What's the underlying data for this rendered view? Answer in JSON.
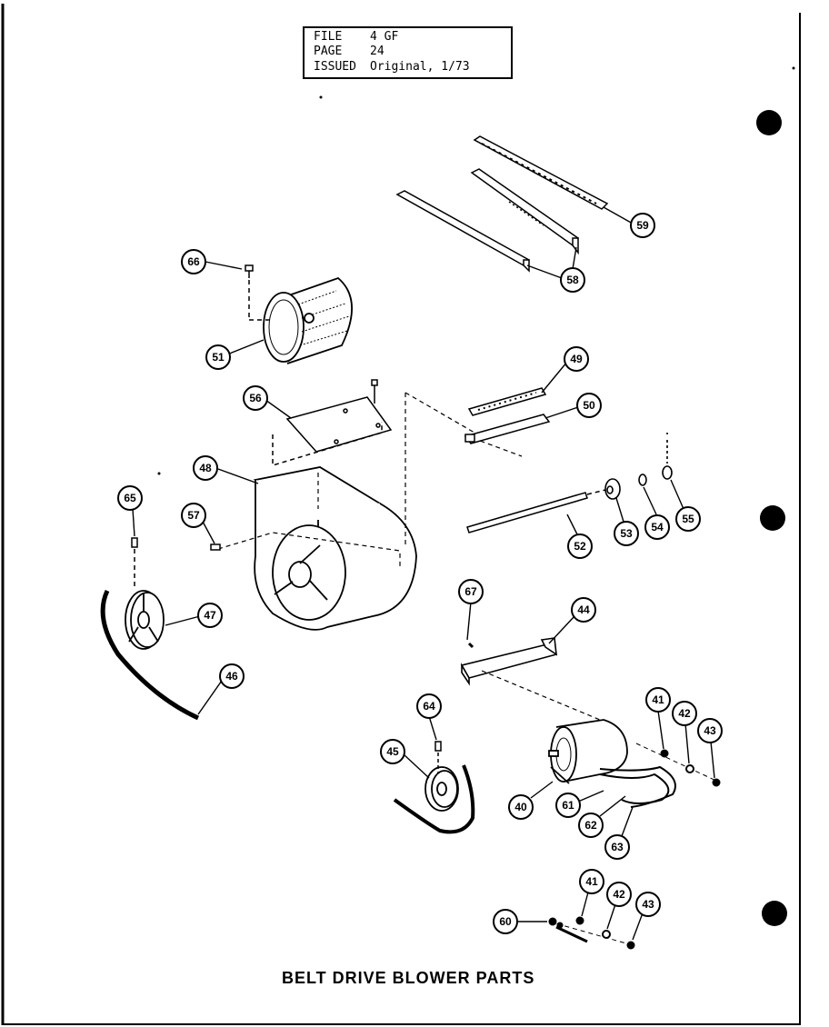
{
  "header": {
    "file_label": "FILE",
    "file_value": "4 GF",
    "page_label": "PAGE",
    "page_value": "24",
    "issued_label": "ISSUED",
    "issued_value": "Original, 1/73"
  },
  "caption": "BELT DRIVE BLOWER PARTS",
  "callouts": {
    "c59": "59",
    "c58": "58",
    "c66": "66",
    "c51": "51",
    "c49": "49",
    "c50": "50",
    "c56": "56",
    "c48": "48",
    "c65": "65",
    "c57": "57",
    "c53": "53",
    "c54": "54",
    "c55": "55",
    "c52": "52",
    "c47": "47",
    "c46": "46",
    "c67": "67",
    "c44": "44",
    "c41a": "41",
    "c42a": "42",
    "c43a": "43",
    "c64": "64",
    "c45": "45",
    "c40": "40",
    "c61": "61",
    "c62": "62",
    "c63": "63",
    "c41b": "41",
    "c42b": "42",
    "c43b": "43",
    "c60": "60"
  }
}
